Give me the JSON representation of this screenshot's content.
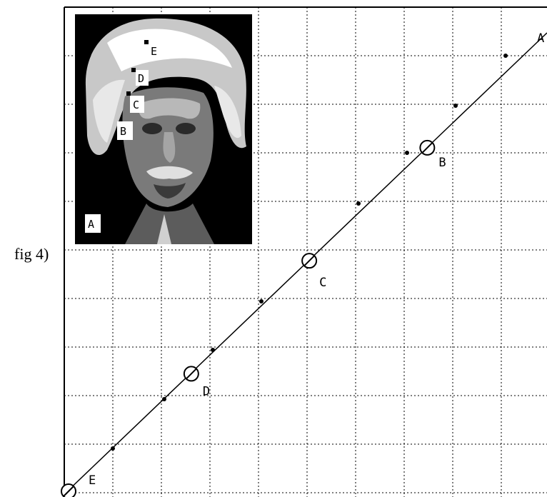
{
  "figure": {
    "label": "fig 4)"
  },
  "curve": {
    "points": [
      {
        "name": "A",
        "pos": 1.0
      },
      {
        "name": "B",
        "pos": 0.76
      },
      {
        "name": "C",
        "pos": 0.51
      },
      {
        "name": "D",
        "pos": 0.26
      },
      {
        "name": "E",
        "pos": 0.0
      }
    ]
  },
  "photo": {
    "tags": [
      "A",
      "B",
      "C",
      "D",
      "E"
    ]
  },
  "colors": {
    "ink": "#000000",
    "paper": "#ffffff"
  }
}
